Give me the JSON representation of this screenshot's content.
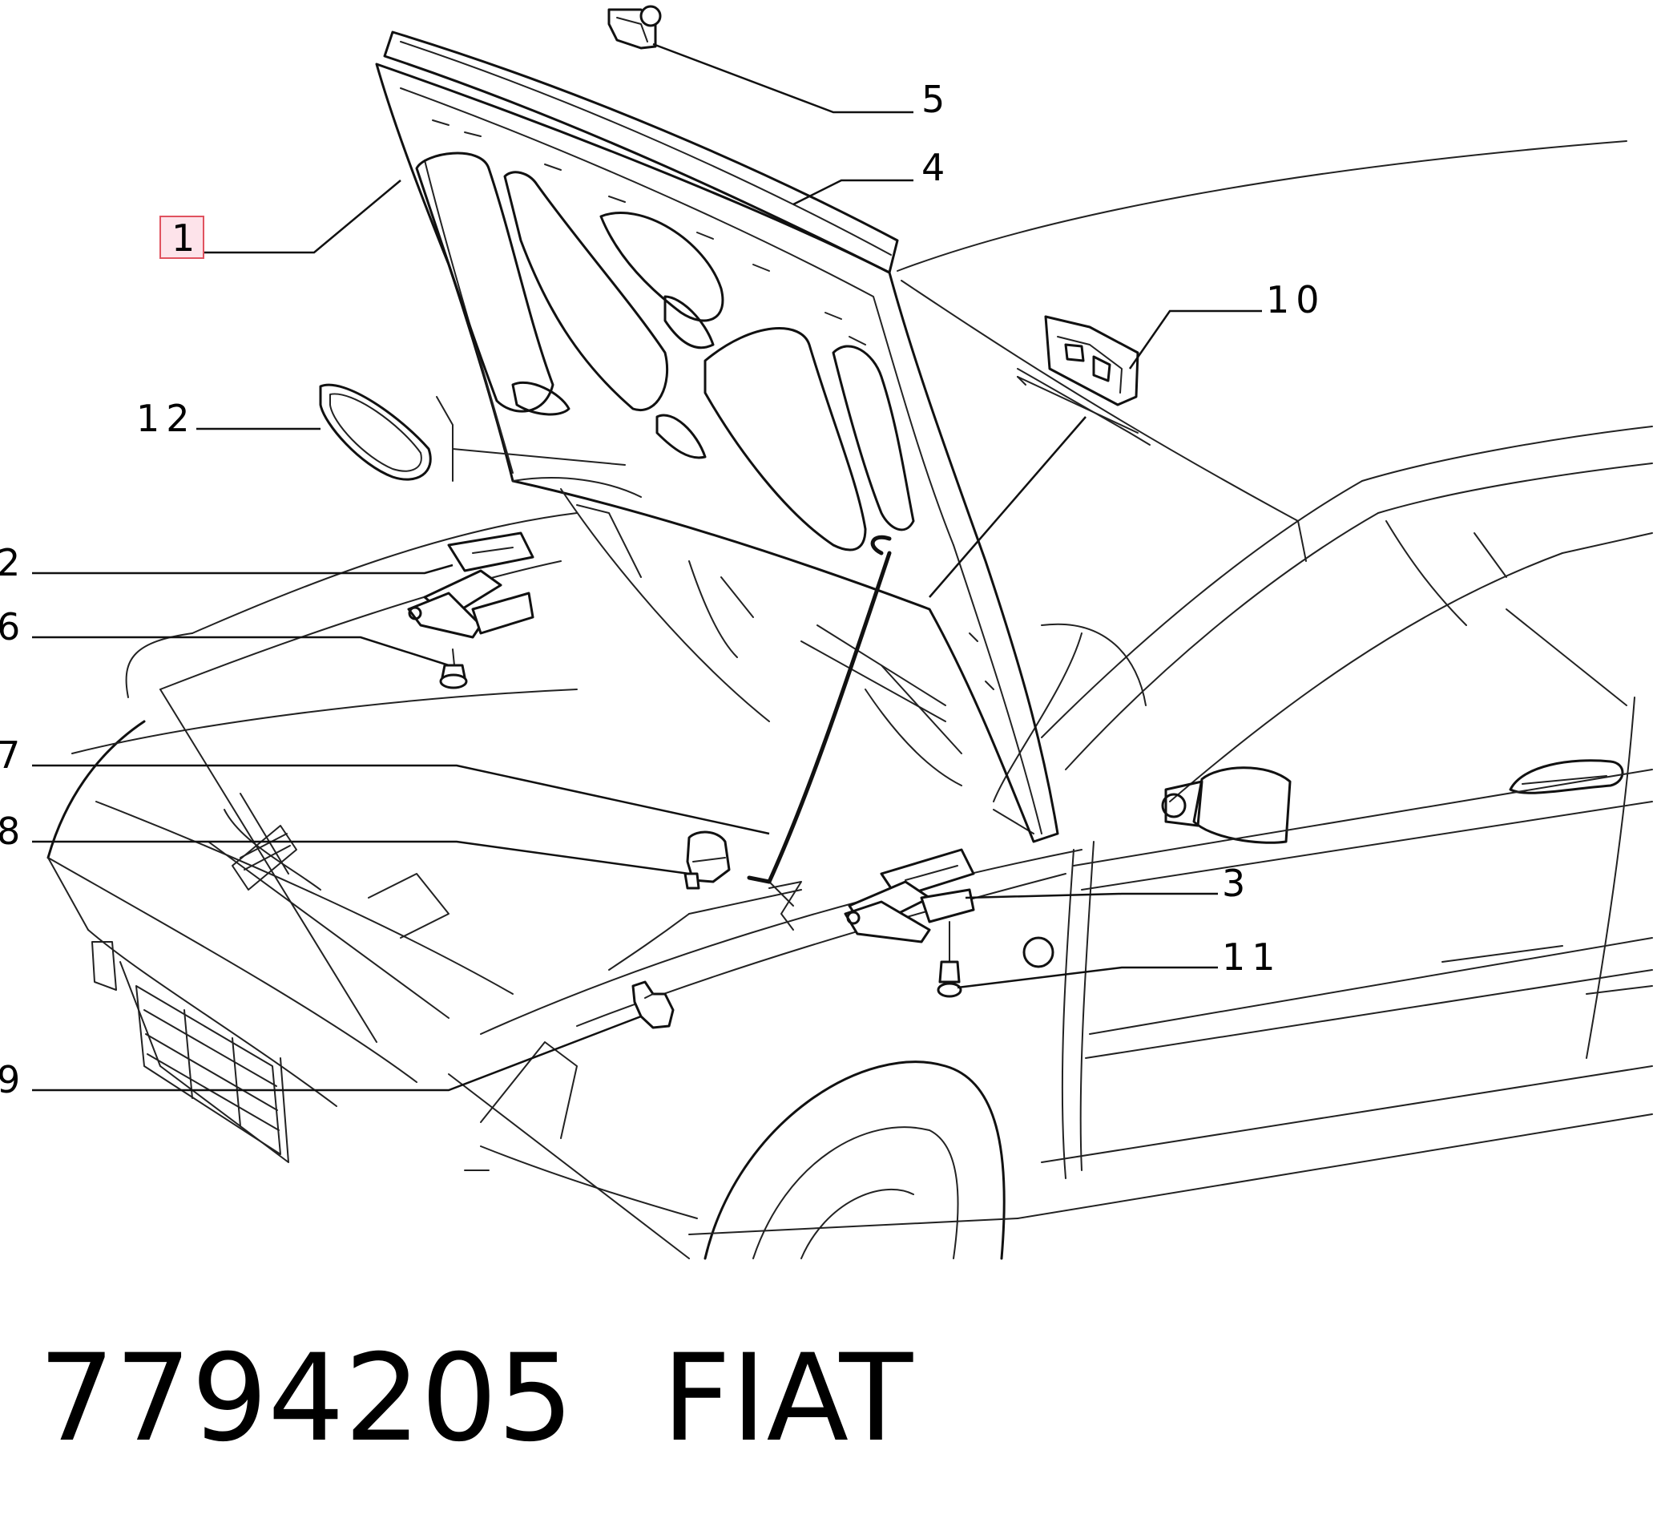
{
  "diagram": {
    "callouts": [
      {
        "id": "1",
        "label": "1",
        "highlighted": true
      },
      {
        "id": "2",
        "label": "2"
      },
      {
        "id": "3",
        "label": "3"
      },
      {
        "id": "4",
        "label": "4"
      },
      {
        "id": "5",
        "label": "5"
      },
      {
        "id": "6",
        "label": "6"
      },
      {
        "id": "7",
        "label": "7"
      },
      {
        "id": "8",
        "label": "8"
      },
      {
        "id": "9",
        "label": "9"
      },
      {
        "id": "10",
        "label": "10"
      },
      {
        "id": "11",
        "label": "11"
      },
      {
        "id": "12",
        "label": "12"
      }
    ],
    "highlight_color": "#e0525f"
  },
  "footer": {
    "part_number": "7794205",
    "brand": "FIAT"
  }
}
